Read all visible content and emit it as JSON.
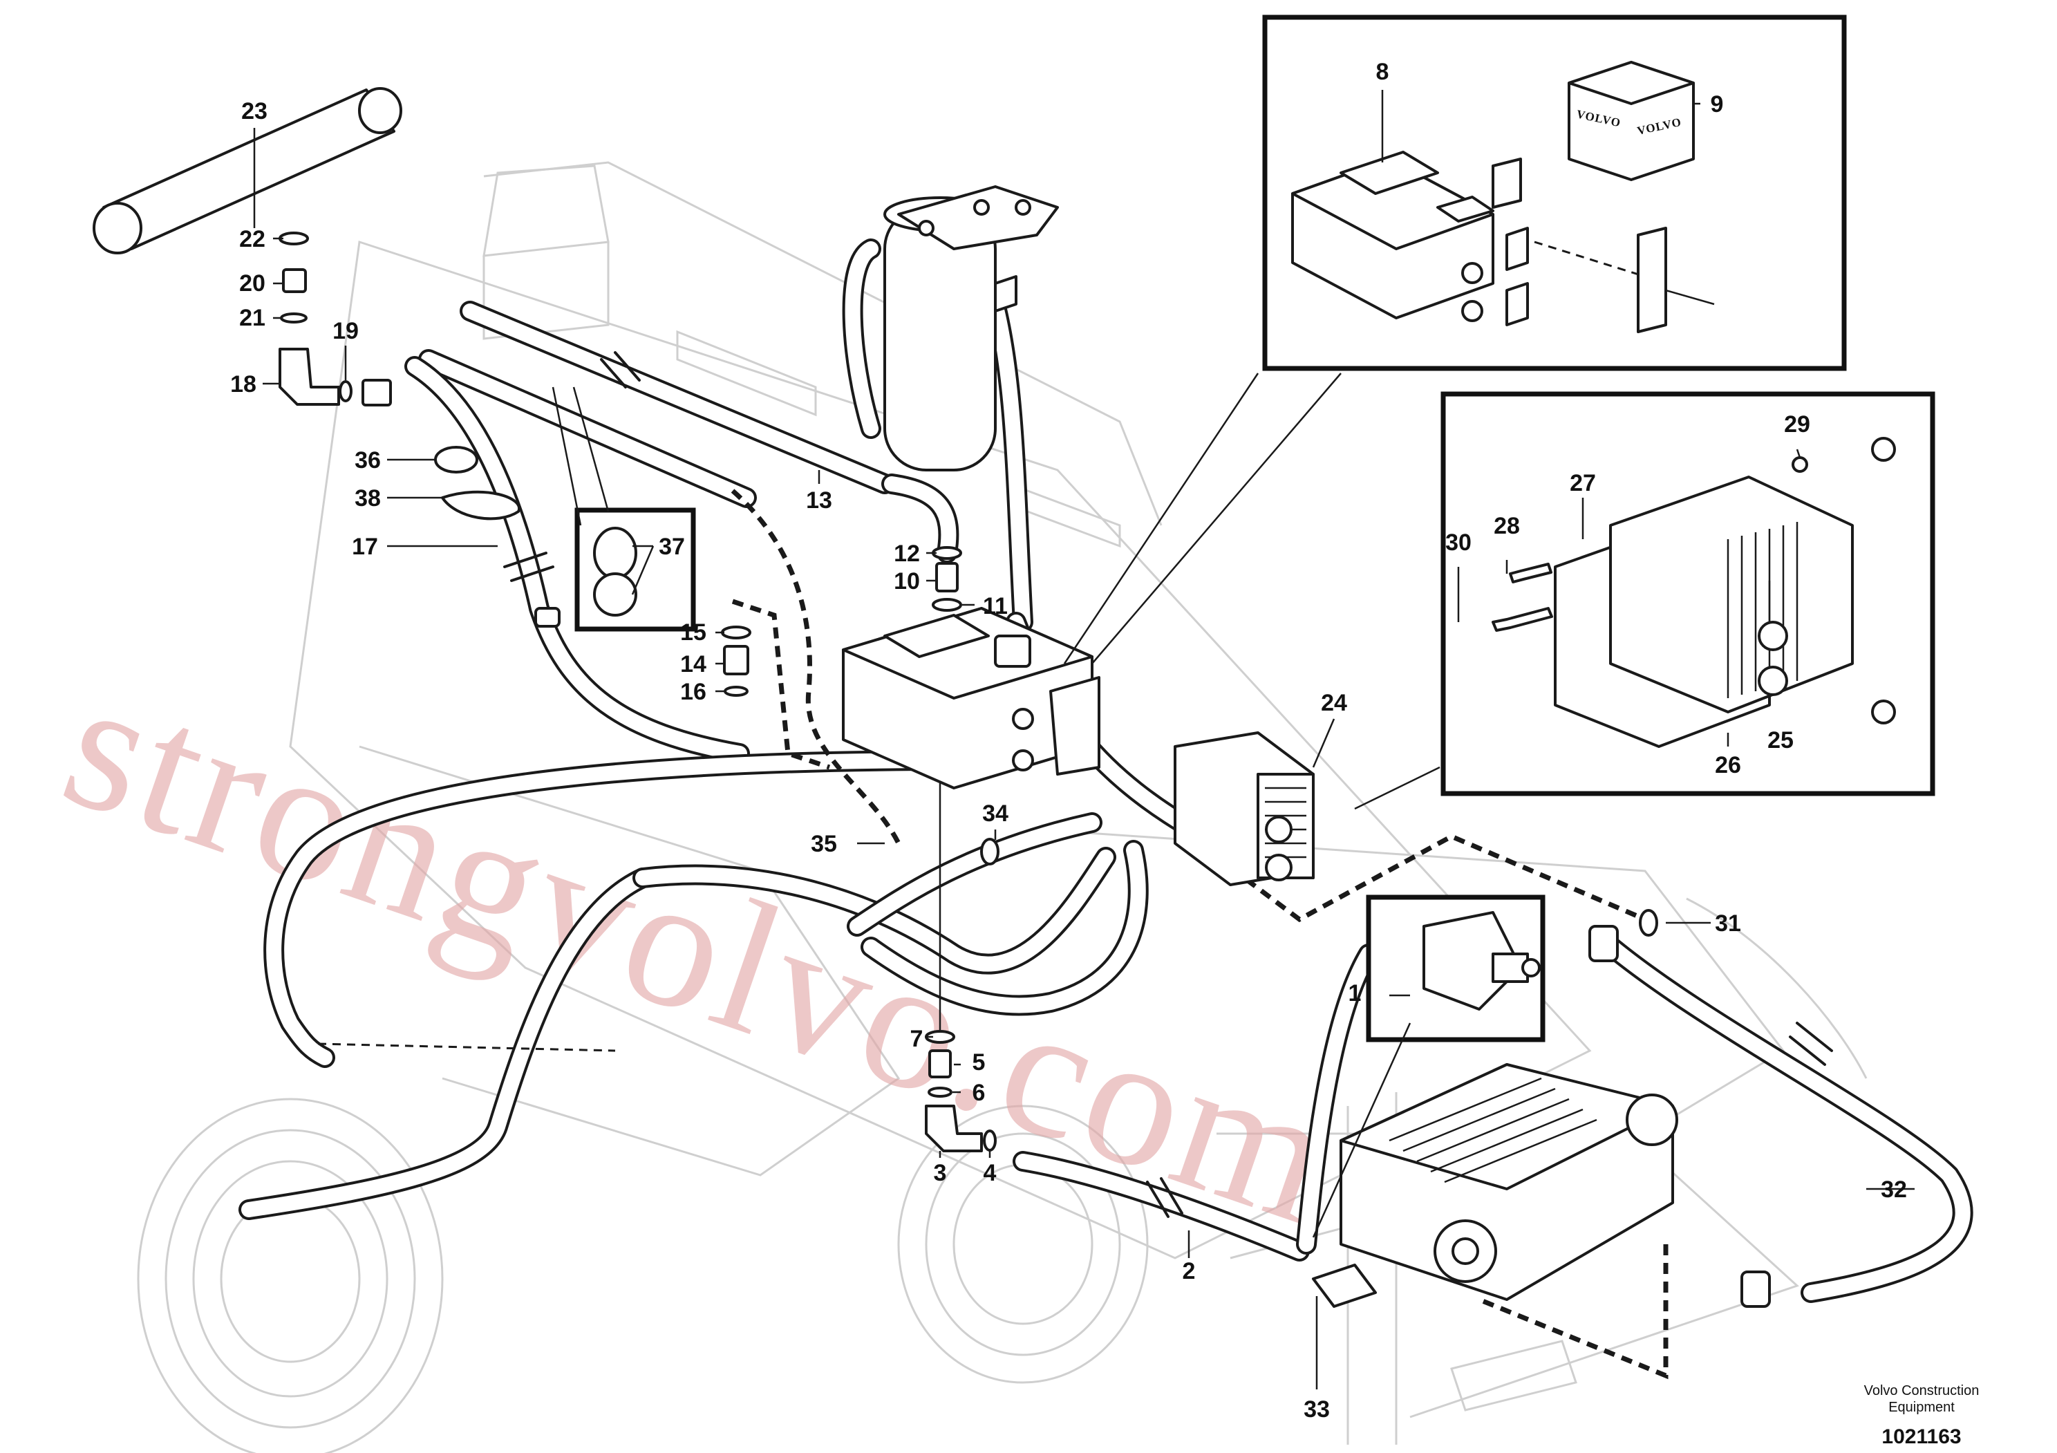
{
  "callouts": [
    {
      "label": "1"
    },
    {
      "label": "2"
    },
    {
      "label": "3"
    },
    {
      "label": "4"
    },
    {
      "label": "5"
    },
    {
      "label": "6"
    },
    {
      "label": "7"
    },
    {
      "label": "8"
    },
    {
      "label": "9"
    },
    {
      "label": "10"
    },
    {
      "label": "11"
    },
    {
      "label": "12"
    },
    {
      "label": "13"
    },
    {
      "label": "14"
    },
    {
      "label": "15"
    },
    {
      "label": "16"
    },
    {
      "label": "17"
    },
    {
      "label": "18"
    },
    {
      "label": "19"
    },
    {
      "label": "20"
    },
    {
      "label": "21"
    },
    {
      "label": "22"
    },
    {
      "label": "23"
    },
    {
      "label": "24"
    },
    {
      "label": "25"
    },
    {
      "label": "26"
    },
    {
      "label": "27"
    },
    {
      "label": "28"
    },
    {
      "label": "29"
    },
    {
      "label": "30"
    },
    {
      "label": "31"
    },
    {
      "label": "32"
    },
    {
      "label": "33"
    },
    {
      "label": "34"
    },
    {
      "label": "35"
    },
    {
      "label": "36"
    },
    {
      "label": "37"
    },
    {
      "label": "38"
    }
  ],
  "package_text": {
    "brand_a": "VOLVO",
    "brand_b": "VOLVO"
  },
  "footer": {
    "company_line1": "Volvo Construction",
    "company_line2": "Equipment",
    "drawing_number": "1021163"
  },
  "watermark": {
    "text": "strongvolvo.com",
    "color": "#e2a6a6"
  },
  "colors": {
    "ink": "#1a1a1a",
    "ghost": "#cfcfcf",
    "background": "#ffffff"
  }
}
